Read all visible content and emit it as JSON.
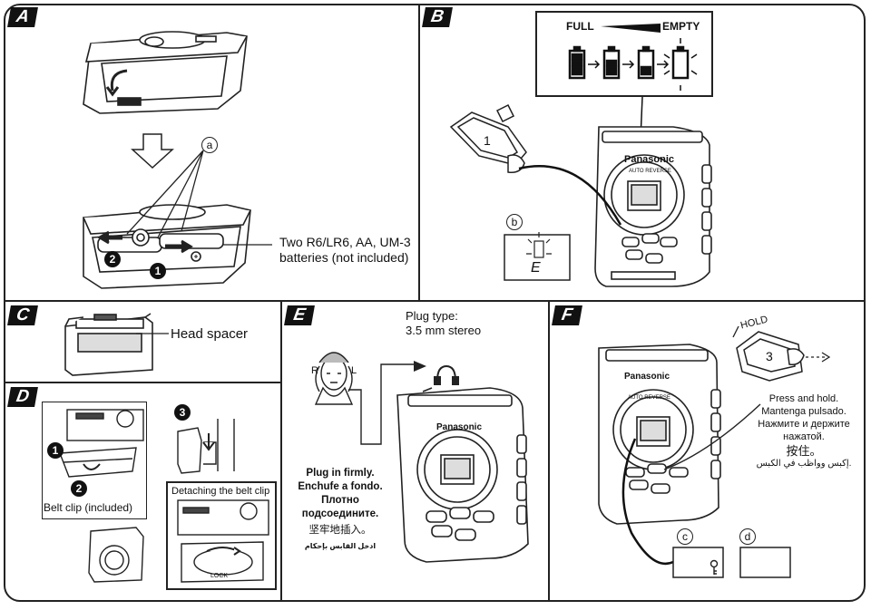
{
  "panels": {
    "a": {
      "label": "A",
      "callout_a": "a",
      "battery_text": "Two R6/LR6, AA, UM-3\nbatteries (not included)",
      "steps": [
        "2",
        "1"
      ]
    },
    "b": {
      "label": "B",
      "full": "FULL",
      "empty": "EMPTY",
      "callout_b": "b",
      "step": "1",
      "display_char": "E",
      "brand": "Panasonic",
      "auto_reverse": "AUTO REVERSE"
    },
    "c": {
      "label": "C",
      "head_spacer": "Head spacer"
    },
    "d": {
      "label": "D",
      "belt_clip": "Belt clip (included)",
      "detaching": "Detaching the belt clip",
      "lock": "LOCK",
      "steps": [
        "1",
        "2",
        "3"
      ]
    },
    "e": {
      "label": "E",
      "plug_type": "Plug type:\n3.5 mm stereo",
      "r": "R",
      "l": "L",
      "instructions": [
        "Plug in firmly.",
        "Enchufe a fondo.",
        "Плотно",
        "подсоедините.",
        "坚牢地插入。",
        "ادخل القابس بإحكام"
      ],
      "brand": "Panasonic"
    },
    "f": {
      "label": "F",
      "hold": "HOLD",
      "step": "3",
      "brand": "Panasonic",
      "auto_reverse": "AUTO REVERSE",
      "instructions": [
        "Press and hold.",
        "Mantenga pulsado.",
        "Нажмите и держите",
        "нажатой.",
        "按住。",
        "إكبس وواظب في الكبس."
      ],
      "callout_c": "c",
      "callout_d": "d"
    }
  },
  "colors": {
    "ink": "#111111",
    "paper": "#ffffff"
  }
}
